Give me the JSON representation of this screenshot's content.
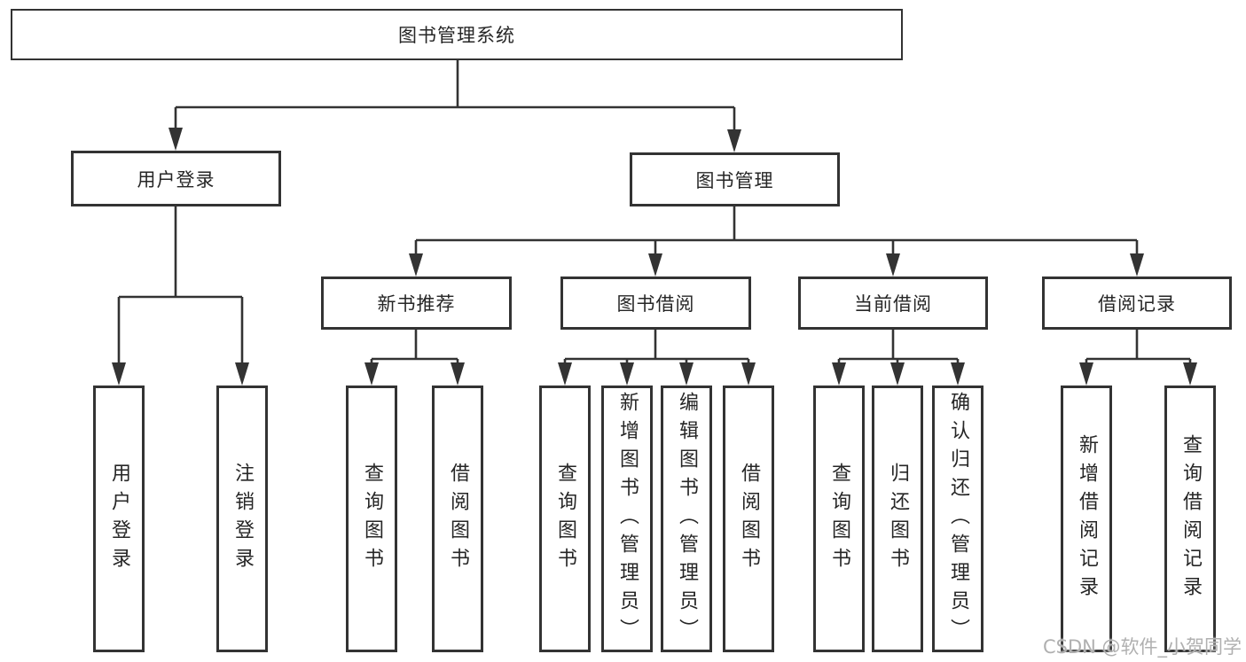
{
  "diagram": {
    "root": {
      "label": "图书管理系统",
      "children": [
        {
          "label": "用户登录",
          "children": [
            {
              "label": "用户登录"
            },
            {
              "label": "注销登录"
            }
          ]
        },
        {
          "label": "图书管理",
          "children": [
            {
              "label": "新书推荐",
              "children": [
                {
                  "label": "查询图书"
                },
                {
                  "label": "借阅图书"
                }
              ]
            },
            {
              "label": "图书借阅",
              "children": [
                {
                  "label": "查询图书"
                },
                {
                  "label": "新增图书（管理员）"
                },
                {
                  "label": "编辑图书（管理员）"
                },
                {
                  "label": "借阅图书"
                }
              ]
            },
            {
              "label": "当前借阅",
              "children": [
                {
                  "label": "查询图书"
                },
                {
                  "label": "归还图书"
                },
                {
                  "label": "确认归还（管理员）"
                }
              ]
            },
            {
              "label": "借阅记录",
              "children": [
                {
                  "label": "新增借阅记录"
                },
                {
                  "label": "查询借阅记录"
                }
              ]
            }
          ]
        }
      ]
    }
  },
  "watermark": {
    "text": "CSDN @软件_小贺同学"
  },
  "colors": {
    "line": "#333333",
    "text": "#262626",
    "box_bg": "#ffffff",
    "background": "#ffffff",
    "watermark": "#b0b0b0"
  }
}
